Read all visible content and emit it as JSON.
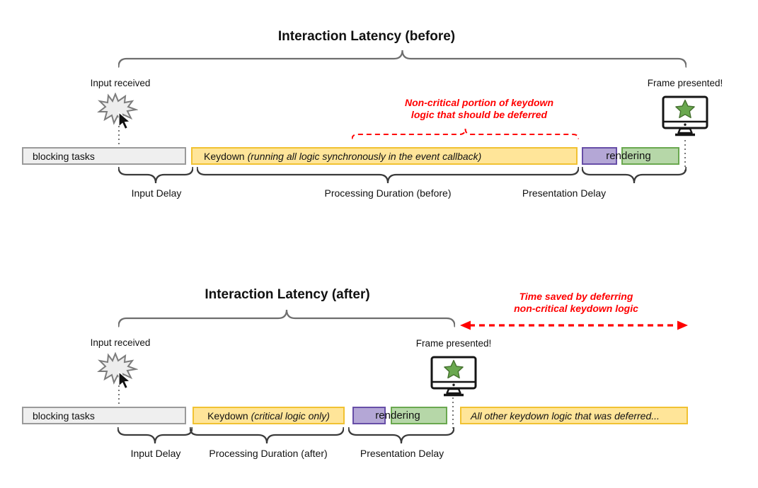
{
  "colors": {
    "bar_yellow_fill": "#FFE599",
    "bar_yellow_border": "#F1C232",
    "bar_purple_fill": "#B4A7D6",
    "bar_purple_border": "#674EA7",
    "bar_green_fill": "#B6D7A8",
    "bar_green_border": "#6AA84F",
    "bar_gray_fill": "#EFEFEF",
    "bar_gray_border": "#9A9A9A",
    "annotation_red": "#FF0000",
    "star_green": "#6AA84F"
  },
  "before": {
    "title": "Interaction Latency (before)",
    "input_received": "Input received",
    "frame_presented": "Frame presented!",
    "annotation_line1": "Non-critical portion of keydown",
    "annotation_line2": "logic that should be deferred",
    "blocking_bar": "blocking tasks",
    "keydown_prefix": "Keydown",
    "keydown_italic": "(running all logic synchronously in the event callback)",
    "rendering_label": "rendering",
    "input_delay_label": "Input Delay",
    "processing_label": "Processing Duration (before)",
    "presentation_label": "Presentation Delay"
  },
  "after": {
    "title": "Interaction Latency (after)",
    "input_received": "Input received",
    "frame_presented": "Frame presented!",
    "annotation_line1": "Time saved by deferring",
    "annotation_line2": "non-critical keydown logic",
    "blocking_bar": "blocking tasks",
    "keydown_prefix": "Keydown",
    "keydown_italic": "(critical logic only)",
    "rendering_label": "rendering",
    "deferred_bar": "All other keydown logic that was deferred...",
    "input_delay_label": "Input Delay",
    "processing_label": "Processing Duration (after)",
    "presentation_label": "Presentation Delay"
  }
}
